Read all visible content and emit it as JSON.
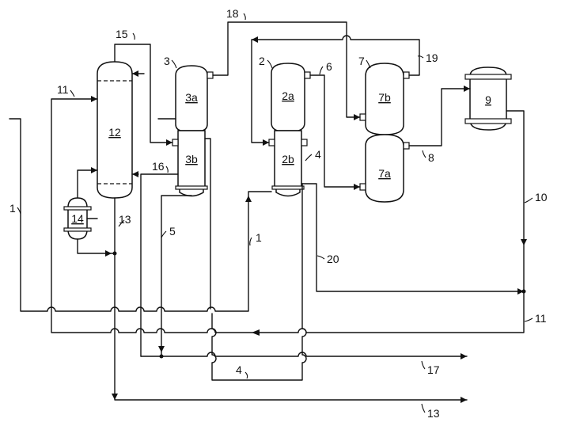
{
  "diagram": {
    "vessels": [
      {
        "id": "12",
        "label": "12"
      },
      {
        "id": "14",
        "label": "14"
      },
      {
        "id": "3a",
        "label": "3a"
      },
      {
        "id": "3b",
        "label": "3b"
      },
      {
        "id": "2a",
        "label": "2a"
      },
      {
        "id": "2b",
        "label": "2b"
      },
      {
        "id": "7b",
        "label": "7b"
      },
      {
        "id": "7a",
        "label": "7a"
      },
      {
        "id": "9",
        "label": "9"
      }
    ],
    "stream_labels": {
      "s1": "1",
      "s1b": "1",
      "s2": "2",
      "s3": "3",
      "s4": "4",
      "s4b": "4",
      "s5": "5",
      "s6": "6",
      "s7": "7",
      "s8": "8",
      "s10": "10",
      "s11": "11",
      "s11b": "11",
      "s13": "13",
      "s13b": "13",
      "s15": "15",
      "s16": "16",
      "s17": "17",
      "s18": "18",
      "s19": "19",
      "s20": "20"
    }
  }
}
